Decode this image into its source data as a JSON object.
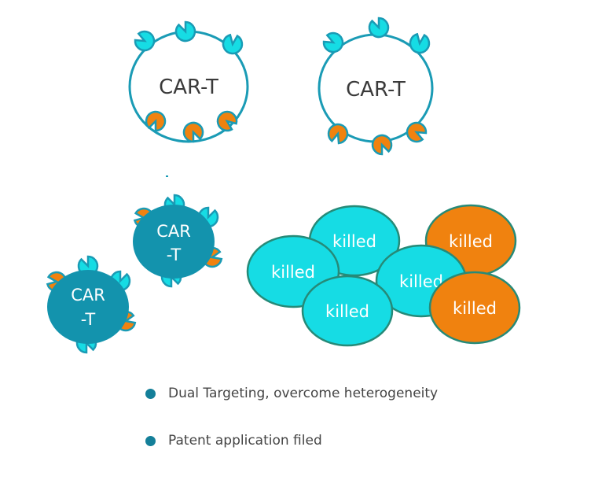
{
  "colors": {
    "outline": "#1a9bb5",
    "cyan": "#16dce4",
    "orange": "#f0820f",
    "cell_dark": "#1393ad",
    "killed_outline": "#268a78",
    "bullet": "#147f99"
  },
  "top_cells": [
    {
      "label": "CAR-T",
      "top_receptors": "cyan",
      "bottom_receptors": "orange",
      "bottom_inside": true
    },
    {
      "label": "CAR-T",
      "top_receptors": "cyan",
      "bottom_receptors": "orange",
      "bottom_inside": false
    }
  ],
  "small_cells": [
    {
      "label_line1": "CAR",
      "label_line2": "-T"
    },
    {
      "label_line1": "CAR",
      "label_line2": "-T"
    }
  ],
  "killed_cells": [
    {
      "label": "killed",
      "color": "cyan"
    },
    {
      "label": "killed",
      "color": "cyan"
    },
    {
      "label": "killed",
      "color": "orange"
    },
    {
      "label": "killed",
      "color": "cyan"
    },
    {
      "label": "killed",
      "color": "cyan"
    },
    {
      "label": "killed",
      "color": "orange"
    }
  ],
  "bullets": [
    {
      "text": "Dual Targeting, overcome heterogeneity"
    },
    {
      "text": "Patent application filed"
    }
  ]
}
